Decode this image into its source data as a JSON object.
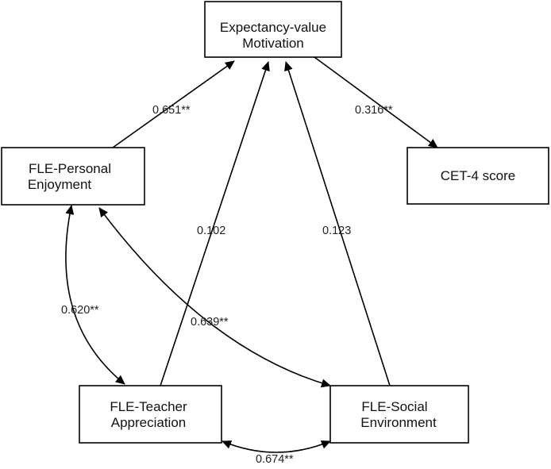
{
  "nodes": {
    "motivation": {
      "lines": [
        "Expectancy-value",
        "Motivation"
      ]
    },
    "personal": {
      "lines": [
        "FLE-Personal",
        "Enjoyment"
      ]
    },
    "cet4": {
      "lines": [
        "CET-4 score"
      ]
    },
    "teacher": {
      "lines": [
        "FLE-Teacher",
        "Appreciation"
      ]
    },
    "social": {
      "lines": [
        "FLE-Social",
        "Environment"
      ]
    }
  },
  "paths": {
    "personal_to_motivation": "0.651**",
    "motivation_to_cet4": "0.316**",
    "teacher_to_motivation": "0.102",
    "social_to_motivation": "0.123",
    "personal_teacher": "0.620**",
    "personal_social": "0.639**",
    "teacher_social": "0.674**"
  }
}
